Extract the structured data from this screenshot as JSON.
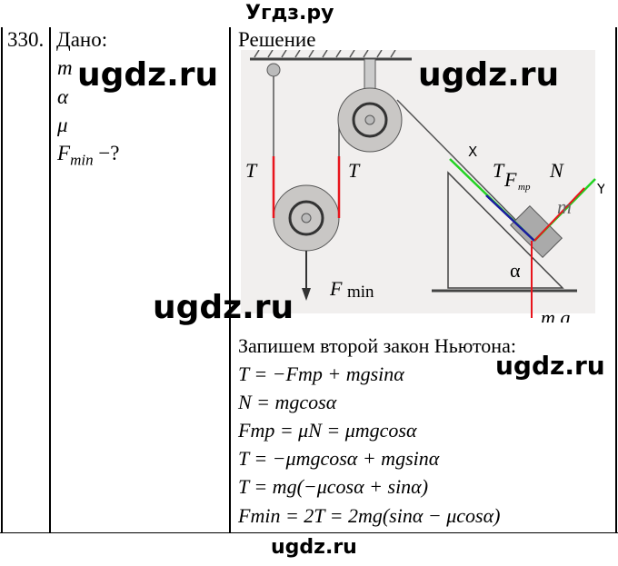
{
  "header": {
    "site": "Угдз.ру"
  },
  "task": {
    "number": "330.",
    "given_label": "Дано:",
    "given": [
      "m",
      "α",
      "μ",
      "F",
      "min",
      "−?"
    ]
  },
  "solution": {
    "label": "Решение",
    "diagram": {
      "labels": {
        "T": "T",
        "F_min": "F",
        "min": "min",
        "X": "X",
        "Y": "Y",
        "F_tr": "F",
        "tr": "mp",
        "N": "N",
        "m": "m",
        "alpha": "α",
        "mg": "m g"
      },
      "colors": {
        "force": "#e8141c",
        "axes": "#22d322",
        "friction": "#1a1aa0"
      }
    },
    "intro": "Запишем второй закон Ньютона:",
    "equations": [
      "T = −Fтр + mgsinα",
      "N = mgcosα",
      "Fтр = μN = μmgcosα",
      "T = −μmgcosα + mgsinα",
      "T = mg(−μcosα + sinα)",
      "Fmin = 2T = 2mg(sinα − μcosα)"
    ]
  },
  "watermarks": [
    "ugdz.ru",
    "ugdz.ru",
    "ugdz.ru",
    "ugdz.ru"
  ],
  "footer": {
    "site": "ugdz.ru"
  }
}
